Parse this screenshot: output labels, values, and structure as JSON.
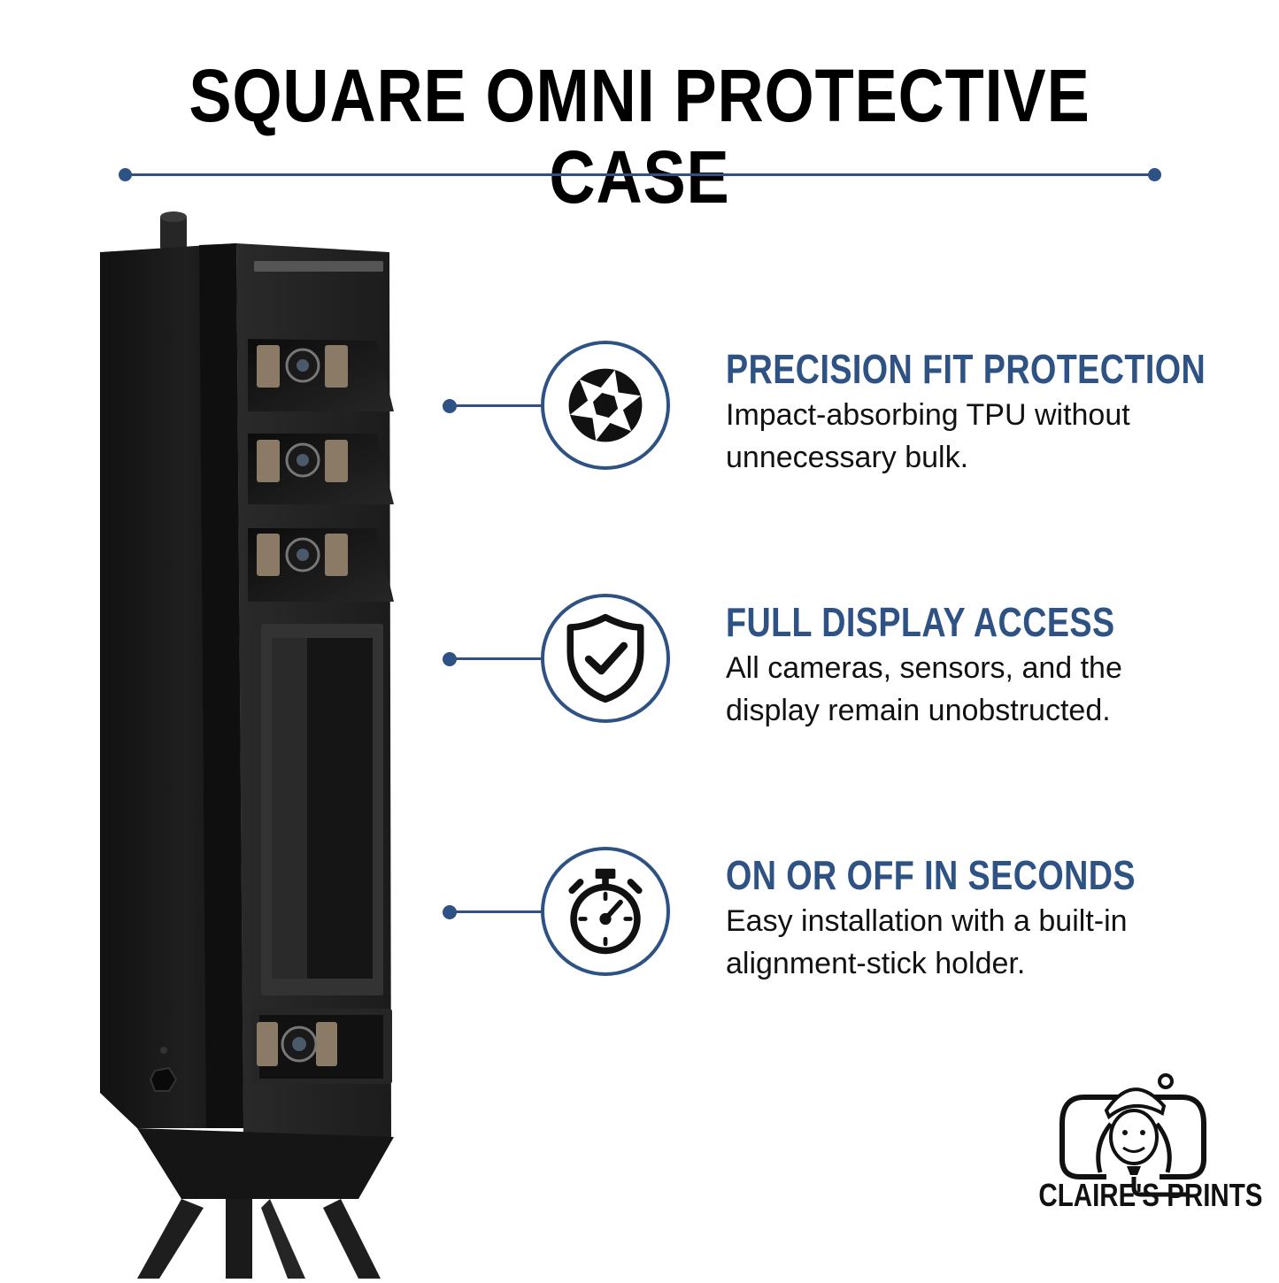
{
  "header": {
    "title": "SQUARE OMNI PROTECTIVE CASE"
  },
  "colors": {
    "accent": "#2d5283",
    "device": "#1a1a1a",
    "text": "#111111"
  },
  "features": [
    {
      "icon": "camera-aperture-icon",
      "title": "PRECISION FIT PROTECTION",
      "description_lines": [
        "Impact-absorbing TPU without",
        "unnecessary bulk."
      ]
    },
    {
      "icon": "shield-check-icon",
      "title": "FULL DISPLAY ACCESS",
      "description_lines": [
        "All cameras, sensors, and the",
        "display remain unobstructed."
      ]
    },
    {
      "icon": "stopwatch-icon",
      "title": "ON OR OFF IN SECONDS",
      "description_lines": [
        "Easy installation with a built-in",
        "alignment-stick holder."
      ]
    }
  ],
  "brand": {
    "name": "CLAIRE'S PRINTS"
  }
}
